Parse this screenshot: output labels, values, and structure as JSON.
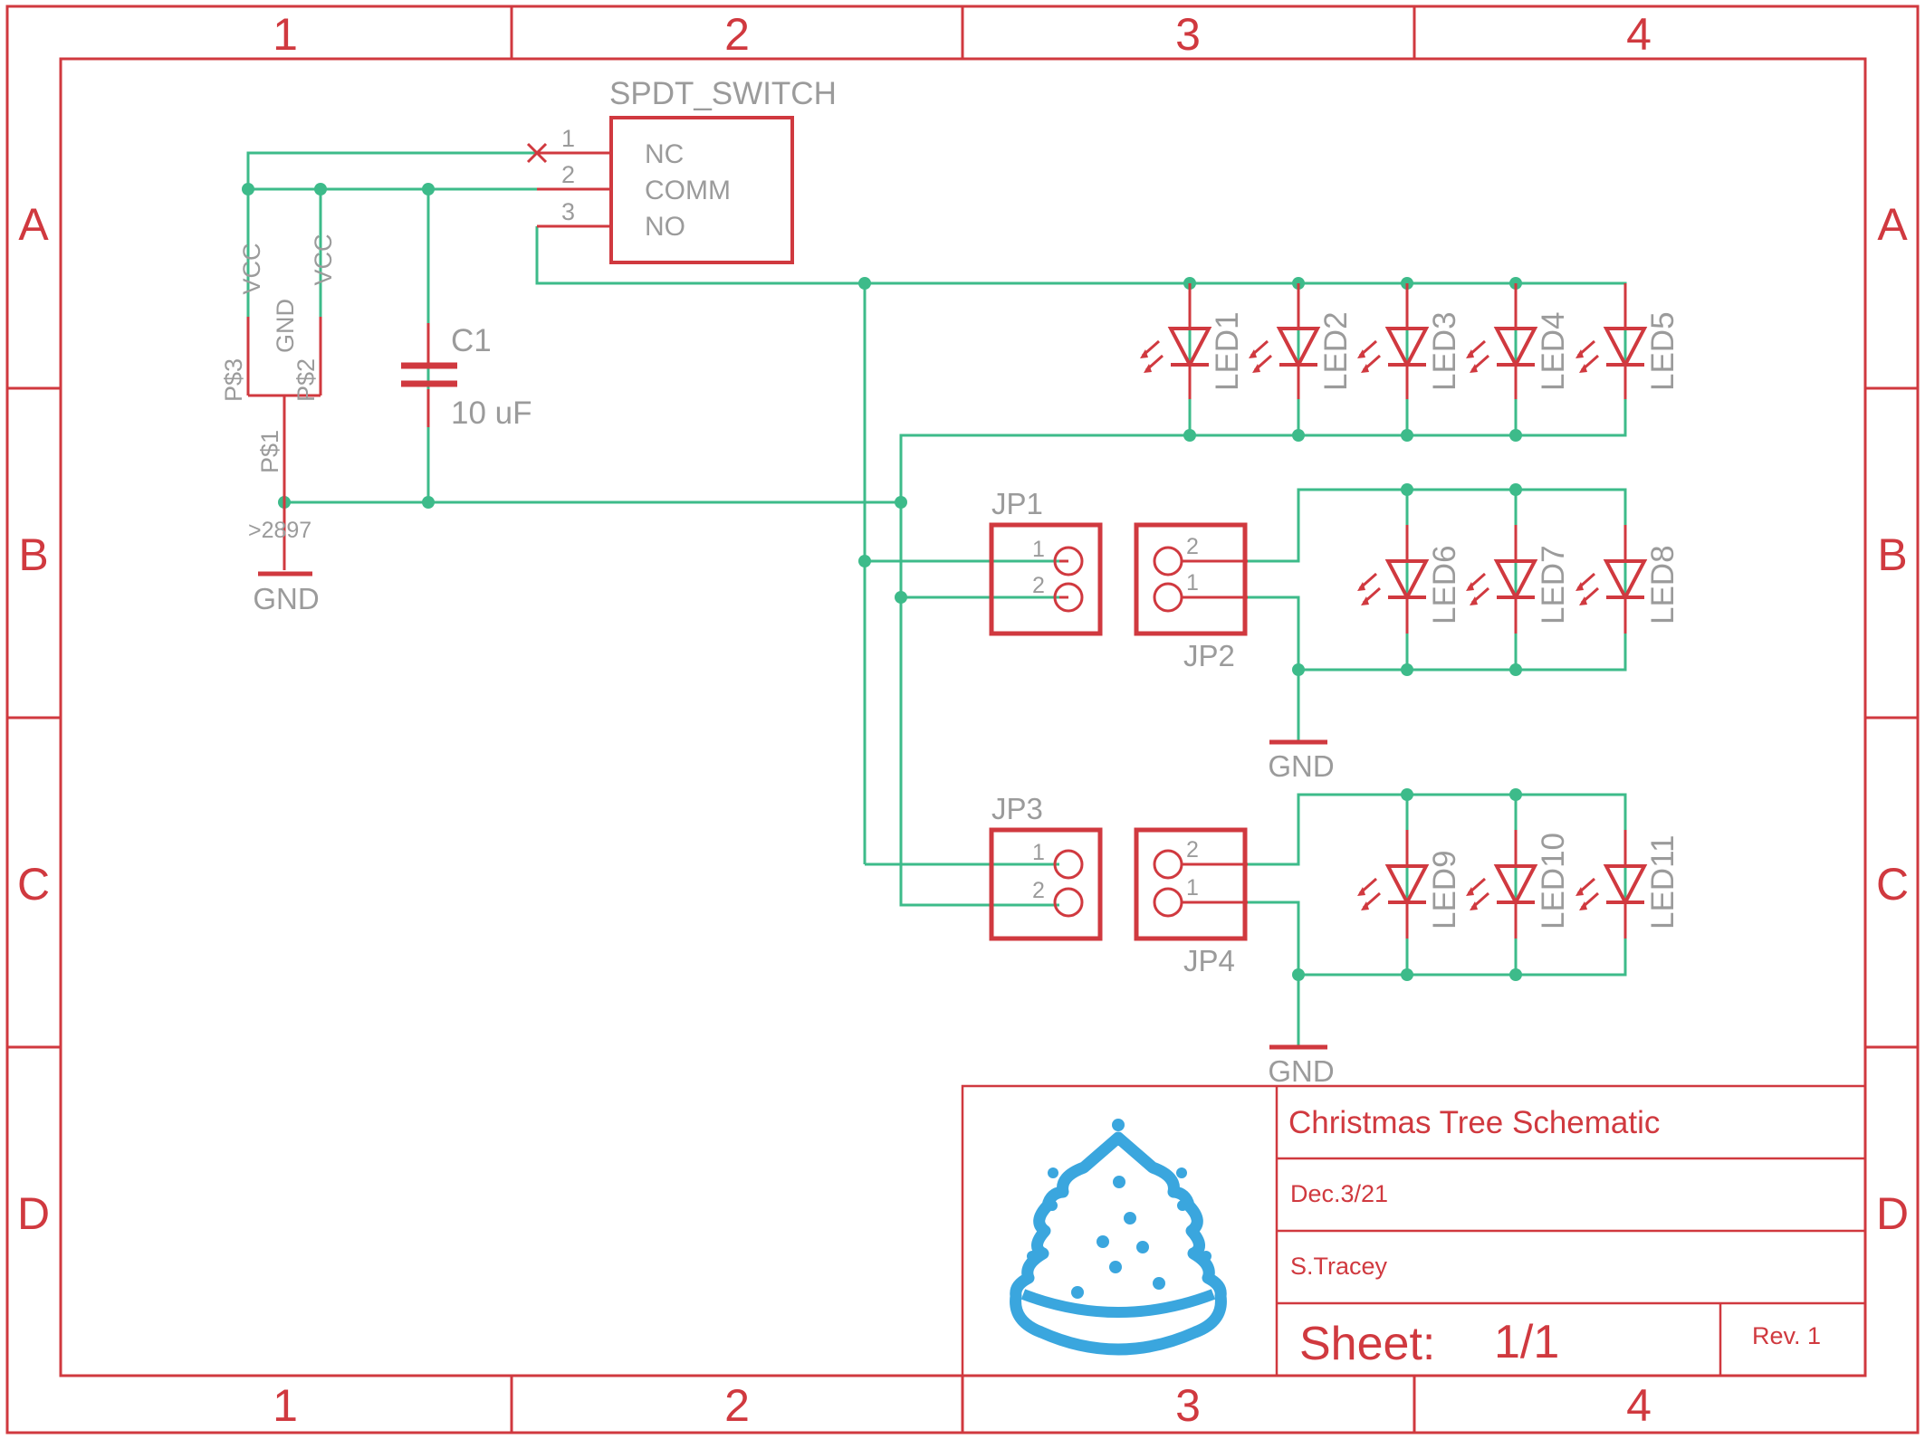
{
  "frame": {
    "columns": [
      "1",
      "2",
      "3",
      "4"
    ],
    "rows": [
      "A",
      "B",
      "C",
      "D"
    ]
  },
  "switch": {
    "name": "SPDT_SWITCH",
    "pins": [
      {
        "num": "1",
        "name": "NC"
      },
      {
        "num": "2",
        "name": "COMM"
      },
      {
        "num": "3",
        "name": "NO"
      }
    ]
  },
  "battery": {
    "vcc_label": "VCC",
    "gnd_label": "GND",
    "pad_p3": "P$3",
    "pad_p2": "P$2",
    "pad_p1": "P$1",
    "part_value": ">2897"
  },
  "capacitor": {
    "name": "C1",
    "value": "10 uF"
  },
  "gnd_symbol_label": "GND",
  "leds": [
    "LED1",
    "LED2",
    "LED3",
    "LED4",
    "LED5",
    "LED6",
    "LED7",
    "LED8",
    "LED9",
    "LED10",
    "LED11"
  ],
  "jumpers": [
    {
      "name": "JP1",
      "pin_a": "1",
      "pin_b": "2"
    },
    {
      "name": "JP2",
      "pin_a": "2",
      "pin_b": "1"
    },
    {
      "name": "JP3",
      "pin_a": "1",
      "pin_b": "2"
    },
    {
      "name": "JP4",
      "pin_a": "2",
      "pin_b": "1"
    }
  ],
  "title_block": {
    "title": "Christmas Tree Schematic",
    "date": "Dec.3/21",
    "author": "S.Tracey",
    "sheet_label": "Sheet:",
    "sheet_value": "1/1",
    "revision": "Rev. 1",
    "logo_icon": "christmas-tree-icon",
    "logo_color": "#3aa6de"
  },
  "colors": {
    "frame": "#d0393f",
    "wire": "#3dbb8a",
    "label": "#9b9b9b"
  }
}
